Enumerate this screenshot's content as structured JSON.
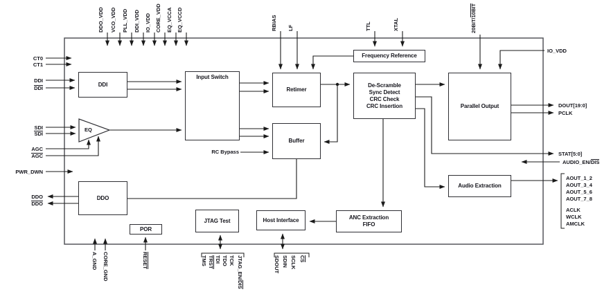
{
  "colors": {
    "background": "#ffffff",
    "wire": "#1a1a1a",
    "text": "#15151c",
    "chip_border": "#55565c",
    "block_border": "#2e2e33"
  },
  "blocks": {
    "ddi": "DDI",
    "eq": "EQ",
    "input_switch": "Input Switch",
    "retimer": "Retimer",
    "buffer": "Buffer",
    "freq_ref": "Frequency Reference",
    "descramble": {
      "line1": "De-Scramble",
      "line2": "Sync Detect",
      "line3": "CRC Check",
      "line4": "CRC Insertion"
    },
    "parallel_output": "Parallel Output",
    "audio_extraction": "Audio Extraction",
    "anc_fifo": {
      "line1": "ANC Extraction",
      "line2": "FIFO"
    },
    "host_interface": "Host Interface",
    "jtag_test": "JTAG Test",
    "por": "POR",
    "ddo": "DDO"
  },
  "labels": {
    "rc_bypass": "RC Bypass"
  },
  "pins": {
    "top": [
      "DDO_VDD",
      "VCO_VDD",
      "PLL_VDD",
      "DDI_VDD",
      "IO_VDD",
      "CORE_VDD",
      "EQ_VCCA",
      "EQ_VCCD",
      "RBIAS",
      "LF",
      "TTL",
      "XTAL"
    ],
    "top_right_bus": {
      "pre": "20BIT/",
      "ov": "10BIT"
    },
    "left": {
      "ct0": "CT0",
      "ct1": "CT1",
      "ddi_p": "DDI",
      "ddi_n": "DDI",
      "sdi_p": "SDI",
      "sdi_n": "SDI",
      "agc_p": "AGC",
      "agc_n": "AGC",
      "pwr_dwn": "PWR_DWN",
      "ddo_p": "DDO",
      "ddo_n": "DDO"
    },
    "right": {
      "io_vdd": "IO_VDD",
      "dout": "DOUT[19:0]",
      "pclk": "PCLK",
      "stat": "STAT[5:0]",
      "audio_en": {
        "pre": "AUDIO_EN/",
        "ov": "DIS"
      },
      "aout": [
        "AOUT_1_2",
        "AOUT_3_4",
        "AOUT_5_6",
        "AOUT_7_8"
      ],
      "aclk": "ACLK",
      "wclk": "WCLK",
      "amclk": "AMCLK"
    },
    "bottom": {
      "a_gnd": "A_GND",
      "core_gnd": "CORE_GND",
      "reset": "RESET",
      "jtag": [
        "TMS",
        "TRST",
        "TDI",
        "TDO",
        "TCK"
      ],
      "jtag_en": {
        "pre": "JTAG_EN/",
        "ov": "DIS"
      },
      "host": [
        "SDOUT",
        "SDIN",
        "SCLK",
        "CS"
      ]
    }
  }
}
